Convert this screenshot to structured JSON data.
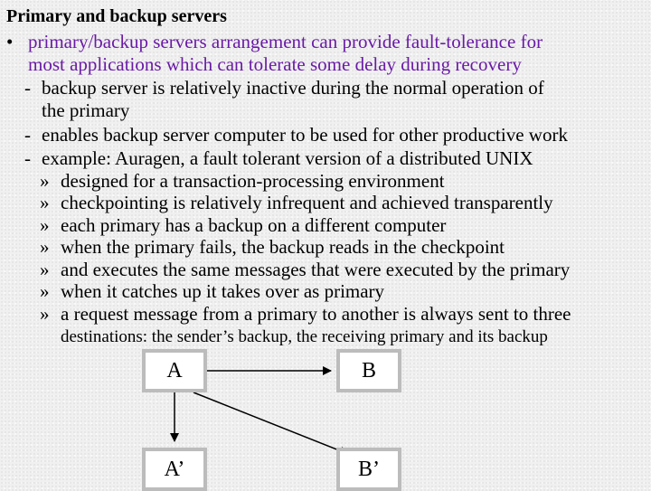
{
  "title": "Primary and backup servers",
  "bullet": {
    "marker": "•",
    "lines": [
      "primary/backup servers arrangement can provide fault-tolerance for",
      "most applications which can tolerate some delay during recovery"
    ]
  },
  "dash_items": [
    {
      "marker": "-",
      "lines": [
        "backup server is relatively inactive during the normal operation of",
        "the primary"
      ]
    },
    {
      "marker": "-",
      "lines": [
        "enables backup server computer to be used for other productive work"
      ]
    },
    {
      "marker": "-",
      "lines": [
        "example:  Auragen, a fault tolerant version of a distributed UNIX"
      ]
    }
  ],
  "sub_marker": "»",
  "sub_items": [
    "designed for a transaction-processing environment",
    "checkpointing is relatively infrequent and achieved transparently",
    "each primary has a backup on a different computer",
    "when the primary fails, the backup reads in the checkpoint",
    "and executes the same messages that were executed by the primary",
    "when it catches up it takes over as primary",
    "a request message from a primary to another is always sent to three"
  ],
  "continuation": "destinations: the sender’s backup, the receiving primary and its backup",
  "diagram": {
    "nodes": {
      "a": "A",
      "b": "B",
      "a_backup": "A’",
      "b_backup": "B’"
    },
    "colors": {
      "box_border": "#bcbcbc",
      "box_fill": "#ffffff",
      "arrow": "#000000"
    }
  },
  "colors": {
    "bullet_text": "#6a1aa6",
    "sub_text": "#1a1a80",
    "title": "#000000"
  }
}
